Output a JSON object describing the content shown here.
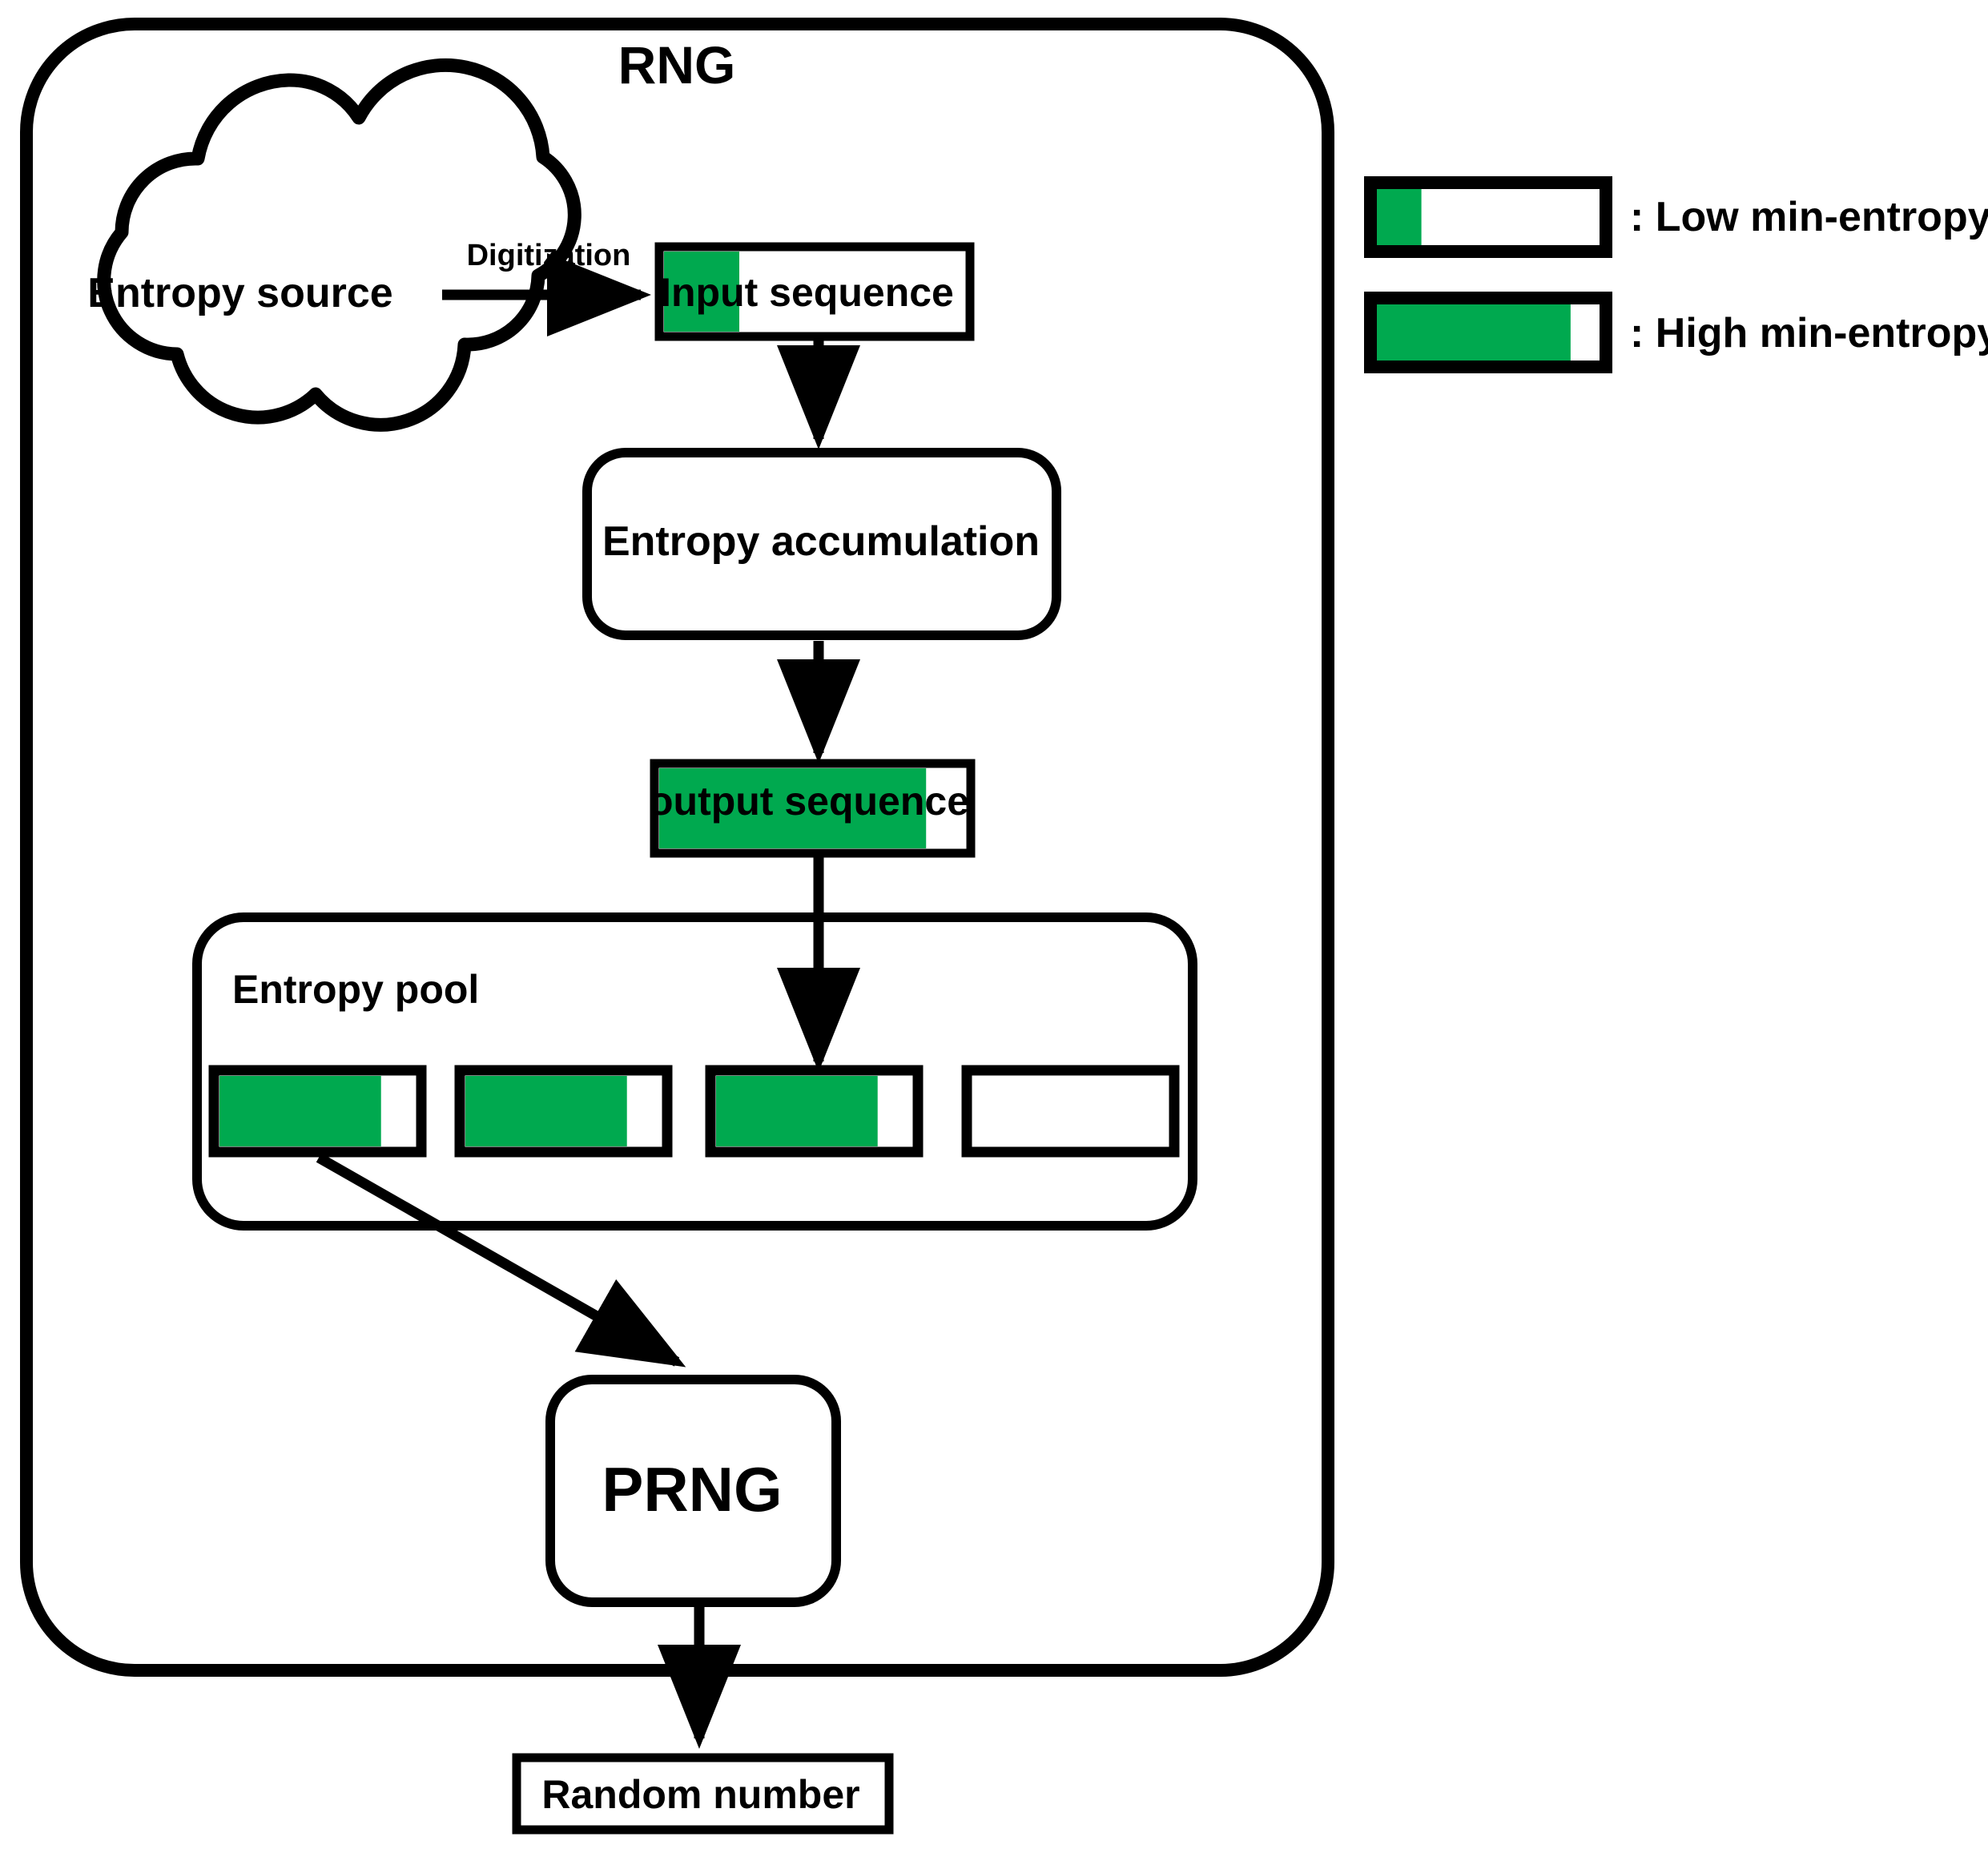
{
  "diagram": {
    "title": "RNG",
    "accent_green": "#00A94F",
    "stroke_color": "#000000",
    "background": "#ffffff"
  },
  "nodes": {
    "entropy_source": {
      "label": "Entropy source",
      "shape": "cloud"
    },
    "digitization": {
      "label": "Digitization",
      "shape": "edge-label"
    },
    "input_sequence": {
      "label": "Input sequence",
      "shape": "bar",
      "fill_percent": 25
    },
    "entropy_accumulation": {
      "label": "Entropy accumulation",
      "shape": "rounded-rect"
    },
    "output_sequence": {
      "label": "output sequence",
      "shape": "bar",
      "fill_percent": 87
    },
    "entropy_pool": {
      "label": "Entropy pool",
      "shape": "rounded-rect"
    },
    "prng": {
      "label": "PRNG",
      "shape": "rounded-rect"
    },
    "random_number": {
      "label": "Random number",
      "shape": "rect"
    }
  },
  "entropy_pool_slots": [
    {
      "name": "pool-slot-1",
      "fill_percent": 82
    },
    {
      "name": "pool-slot-2",
      "fill_percent": 82
    },
    {
      "name": "pool-slot-3",
      "fill_percent": 82
    },
    {
      "name": "pool-slot-4",
      "fill_percent": 0
    }
  ],
  "legend": {
    "items": [
      {
        "label": ": Low min-entropy",
        "fill_percent": 20
      },
      {
        "label": ": High min-entropy",
        "fill_percent": 87
      }
    ]
  }
}
